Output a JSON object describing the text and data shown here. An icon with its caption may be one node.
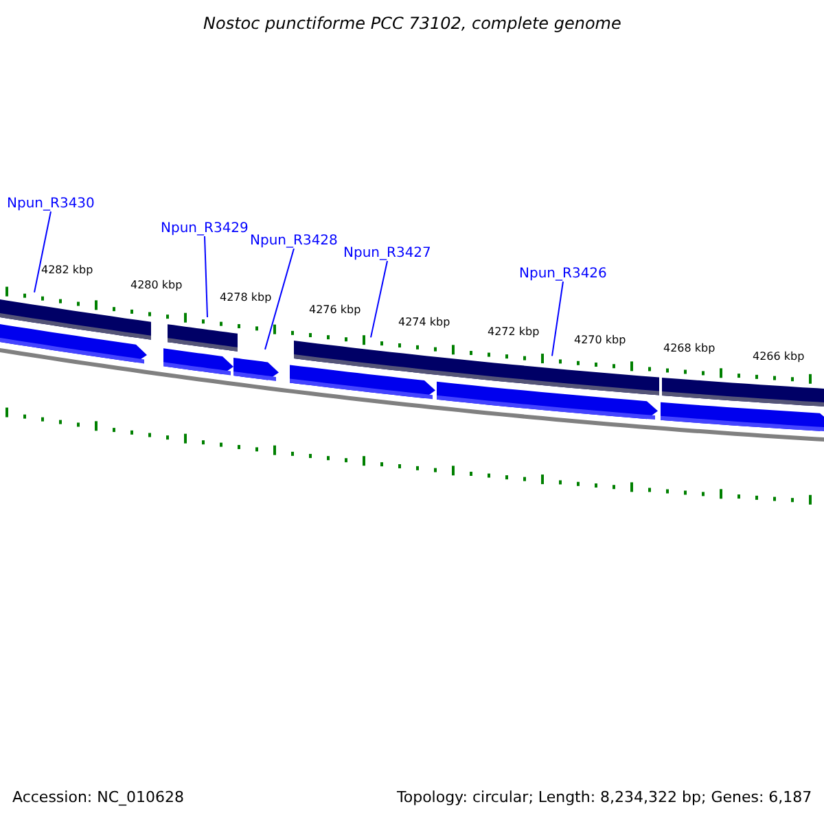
{
  "diagram": {
    "title": "Nostoc punctiforme PCC 73102, complete genome",
    "nodes": [
      {
        "text": [
          "Npun_R3430"
        ]
      },
      {
        "text": [
          "Npun_R3429"
        ]
      },
      {
        "text": [
          "Npun_R3428"
        ]
      },
      {
        "text": [
          "Npun_R3427"
        ]
      },
      {
        "text": [
          "Npun_R3426"
        ]
      },
      {
        "text": [],
        "shape": "bar"
      },
      {
        "text": [],
        "shape": "bar"
      },
      {
        "text": [],
        "shape": "bar"
      },
      {
        "text": [],
        "shape": "bar"
      },
      {
        "text": [],
        "shape": "bar"
      }
    ],
    "edges": [
      {
        "from": 0,
        "to": 5,
        "arrow": "none"
      },
      {
        "from": 1,
        "to": 6,
        "arrow": "none"
      },
      {
        "from": 2,
        "to": 7,
        "arrow": "none"
      },
      {
        "from": 3,
        "to": 8,
        "arrow": "none"
      },
      {
        "from": 4,
        "to": 9,
        "arrow": "none"
      }
    ],
    "labels": [
      "4282 kbp",
      "4280 kbp",
      "4278 kbp",
      "4276 kbp",
      "4274 kbp",
      "4272 kbp",
      "4270 kbp",
      "4268 kbp",
      "4266 kbp",
      "Accession: NC_010628",
      "Topology: circular; Length: 8,234,322 bp; Genes: 6,187"
    ]
  }
}
